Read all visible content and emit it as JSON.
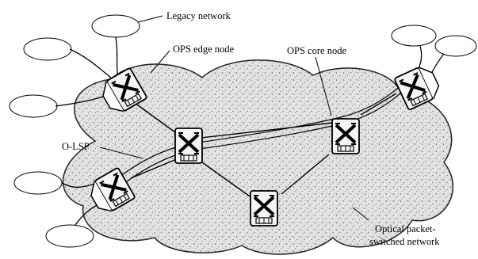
{
  "labels": {
    "legacy_network": "Legacy network",
    "ops_edge_node": "OPS edge node",
    "ops_core_node": "OPS core node",
    "o_lsp": "O-LSP",
    "optical_network_line1": "Optical packet-",
    "optical_network_line2": "switched network"
  },
  "colors": {
    "cloud_fill": "#dcdcdc",
    "ink": "#000000",
    "node_face": "#ffffff"
  },
  "icons": {
    "switch": "optical-switch-icon",
    "legacy": "legacy-network-ellipse-icon"
  }
}
